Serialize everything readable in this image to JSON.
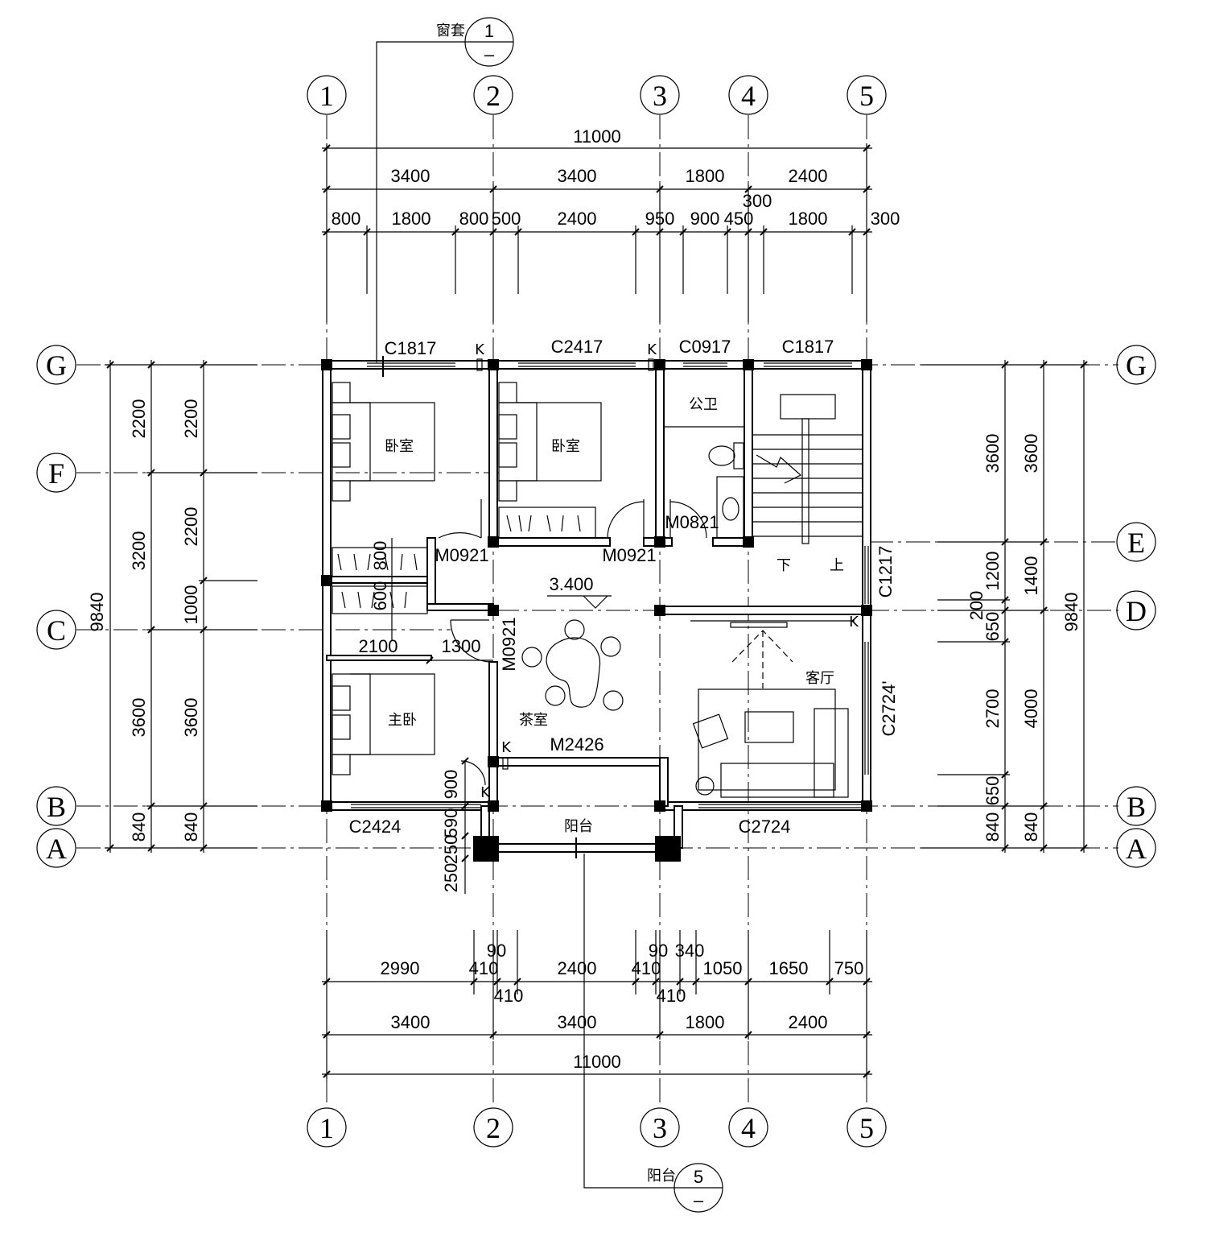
{
  "axes": {
    "vertical": [
      "1",
      "2",
      "3",
      "4",
      "5"
    ],
    "horizontal": [
      "G",
      "F",
      "E",
      "D",
      "C",
      "B",
      "A"
    ]
  },
  "top_dims": {
    "total": "11000",
    "bays": [
      "3400",
      "3400",
      "1800",
      "2400"
    ],
    "openings": [
      "800",
      "1800",
      "800",
      "500",
      "2400",
      "950",
      "900",
      "450",
      "300",
      "1800",
      "300"
    ]
  },
  "bottom_dims": {
    "openings": [
      "2990",
      "410",
      "90",
      "410",
      "2400",
      "410",
      "90",
      "410",
      "340",
      "1050",
      "1650",
      "750"
    ],
    "bays": [
      "3400",
      "3400",
      "1800",
      "2400"
    ],
    "total": "11000"
  },
  "left_dims": {
    "outer": [
      "2200",
      "3200",
      "3600",
      "840"
    ],
    "inner": [
      "2200",
      "2200",
      "1000",
      "3600",
      "840"
    ],
    "total": "9840"
  },
  "right_dims": {
    "inner": [
      "3600",
      "1200",
      "200",
      "650",
      "2700",
      "650",
      "840"
    ],
    "outer": [
      "3600",
      "1400",
      "4000",
      "840"
    ],
    "total": "9840"
  },
  "balcony_dims": [
    "900",
    "590",
    "250",
    "250"
  ],
  "interior_dims": [
    "2100",
    "1300",
    "800",
    "600"
  ],
  "windows": {
    "top": [
      "C1817",
      "C2417",
      "C0917",
      "C1817"
    ],
    "bottom_left": "C2424",
    "bottom_right": "C2724",
    "right_upper": "C1217",
    "right_lower": "C2724'"
  },
  "doors": [
    "M0921",
    "M0921",
    "M0821",
    "M0921",
    "M2426"
  ],
  "rooms": {
    "bed1": "卧室",
    "bed2": "卧室",
    "toilet": "公卫",
    "master": "主卧",
    "tea": "茶室",
    "living": "客厅",
    "balcony": "阳台"
  },
  "stair": {
    "down": "下",
    "up": "上"
  },
  "elevation": "3.400",
  "section_marks": {
    "top": {
      "label": "窗套",
      "num": "1",
      "sheet": "–"
    },
    "bottom": {
      "label": "阳台",
      "num": "5",
      "sheet": "–"
    }
  },
  "wall_marker": "K"
}
